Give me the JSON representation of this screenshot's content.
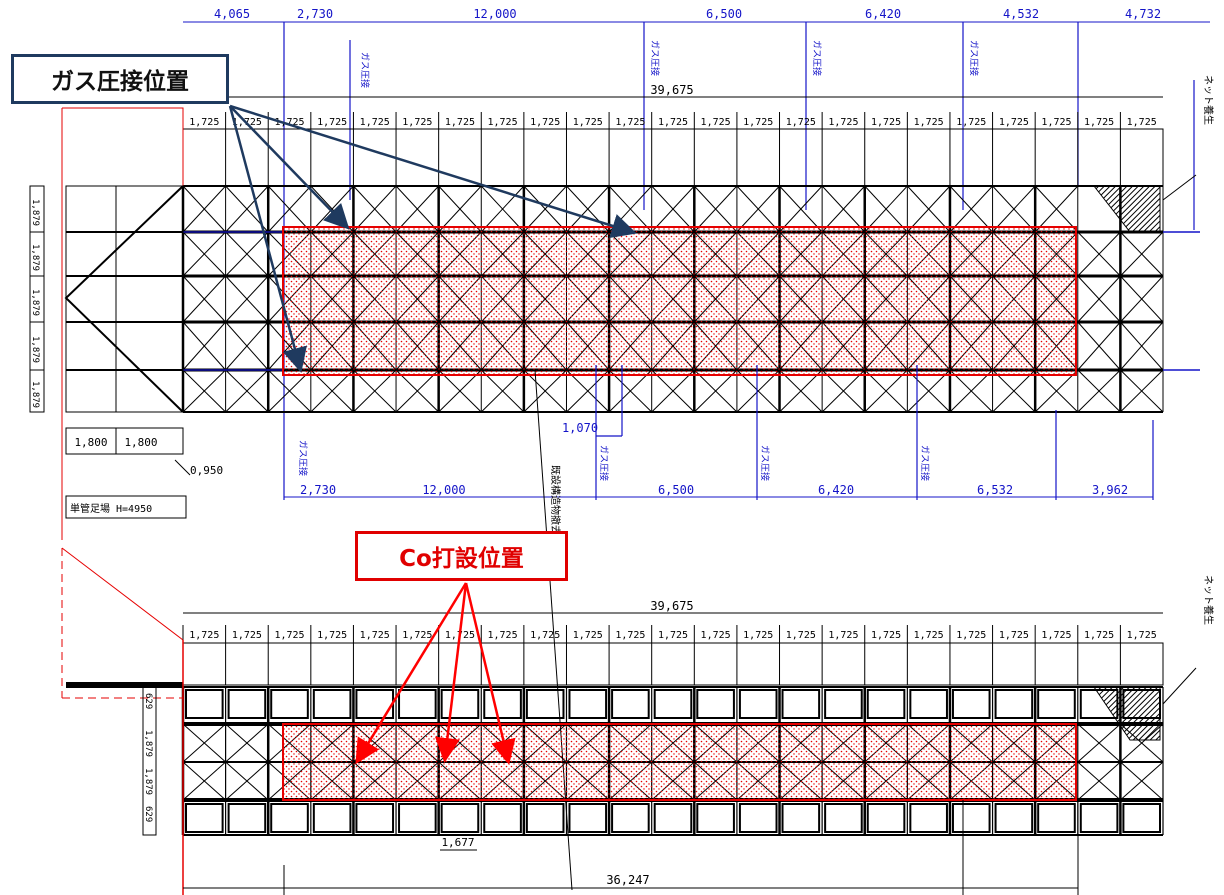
{
  "callouts": {
    "gas_pressure_weld": "ガス圧接位置",
    "concrete_pour": "Co打設位置"
  },
  "top_plan": {
    "top_dims": [
      "4,065",
      "2,730",
      "12,000",
      "6,500",
      "6,420",
      "4,532",
      "4,732"
    ],
    "overall_length": "39,675",
    "bay_width": "1,725",
    "bay_count": 23,
    "side_dims": [
      "1,879",
      "1,879",
      "1,879",
      "1,879",
      "1,879"
    ],
    "bottom_dims": [
      "2,730",
      "12,000",
      "6,500",
      "6,420",
      "6,532",
      "3,962"
    ],
    "mid_dim": "1,070",
    "left_dims": [
      "1,800",
      "1,800"
    ],
    "corner_dim": "0,950",
    "left_note": "単管足場 H=4950",
    "right_note": "ネット養生",
    "weld_label": "ガス圧接",
    "center_note": "既設構造物撤去"
  },
  "bottom_plan": {
    "overall_length": "39,675",
    "bay_width": "1,725",
    "bay_count": 23,
    "left_dims": [
      "629",
      "1,879",
      "1,879",
      "629"
    ],
    "span_dim": "1,677",
    "bottom_overall": "36,247",
    "right_note": "ネット養生"
  },
  "colors": {
    "frame": "#000000",
    "dimension_blue": "#1414c8",
    "red_zone": "#e60000",
    "gas_arrow": "#1f3a5f",
    "co_arrow": "#ff0000"
  }
}
